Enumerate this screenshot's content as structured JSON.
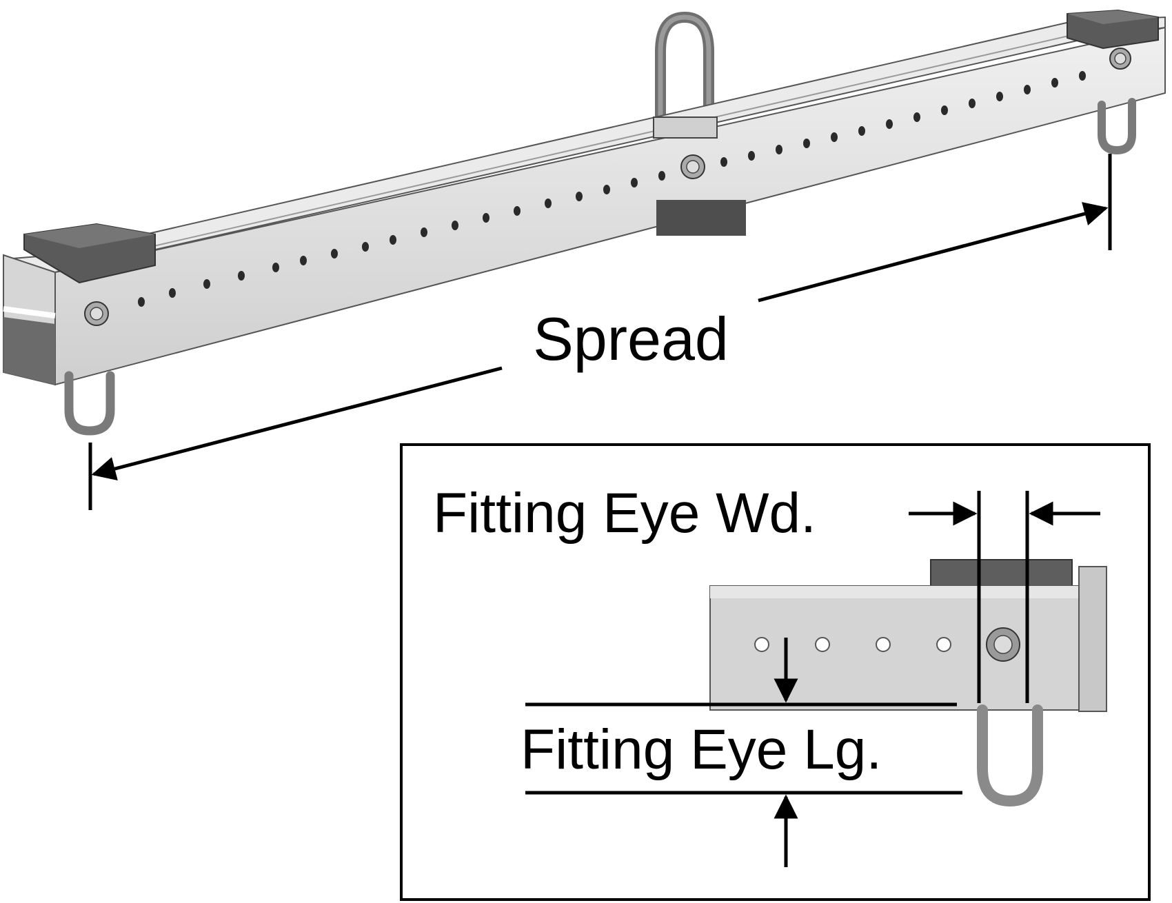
{
  "labels": {
    "spread": "Spread",
    "fitting_eye_width": "Fitting Eye Wd.",
    "fitting_eye_length": "Fitting Eye Lg."
  },
  "colors": {
    "beam_face": "#dcdcdc",
    "beam_top": "#ececec",
    "pad": "#5c5c5c",
    "eye": "#8a8a8a",
    "ink": "#000000"
  }
}
